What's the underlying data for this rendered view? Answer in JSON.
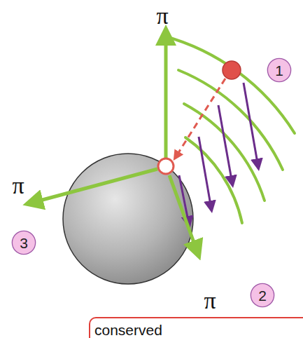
{
  "diagram": {
    "nodes": [
      {
        "text": [
          "1"
        ]
      },
      {
        "text": [
          "3"
        ]
      },
      {
        "text": [
          "2"
        ]
      },
      {
        "text": [
          "conserved"
        ]
      }
    ],
    "labels": [
      "π",
      "π",
      "π"
    ]
  }
}
